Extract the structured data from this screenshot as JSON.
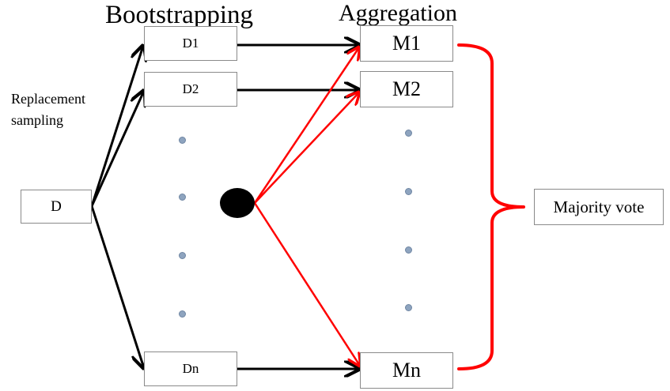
{
  "headings": {
    "bootstrapping": "Bootstrapping",
    "aggregation": "Aggregation"
  },
  "side_label": {
    "line1": "Replacement",
    "line2": "sampling"
  },
  "nodes": {
    "source": "D",
    "d1": "D1",
    "d2": "D2",
    "dn": "Dn",
    "m1": "M1",
    "m2": "M2",
    "mn": "Mn",
    "vote": "Majority vote"
  },
  "colors": {
    "sampling_arrows": "#000000",
    "aggregation_arrows": "#ff0000",
    "brace": "#ff0000",
    "box_border": "#8a8a8a",
    "ellipsis_dots": "#8ea4bf"
  }
}
